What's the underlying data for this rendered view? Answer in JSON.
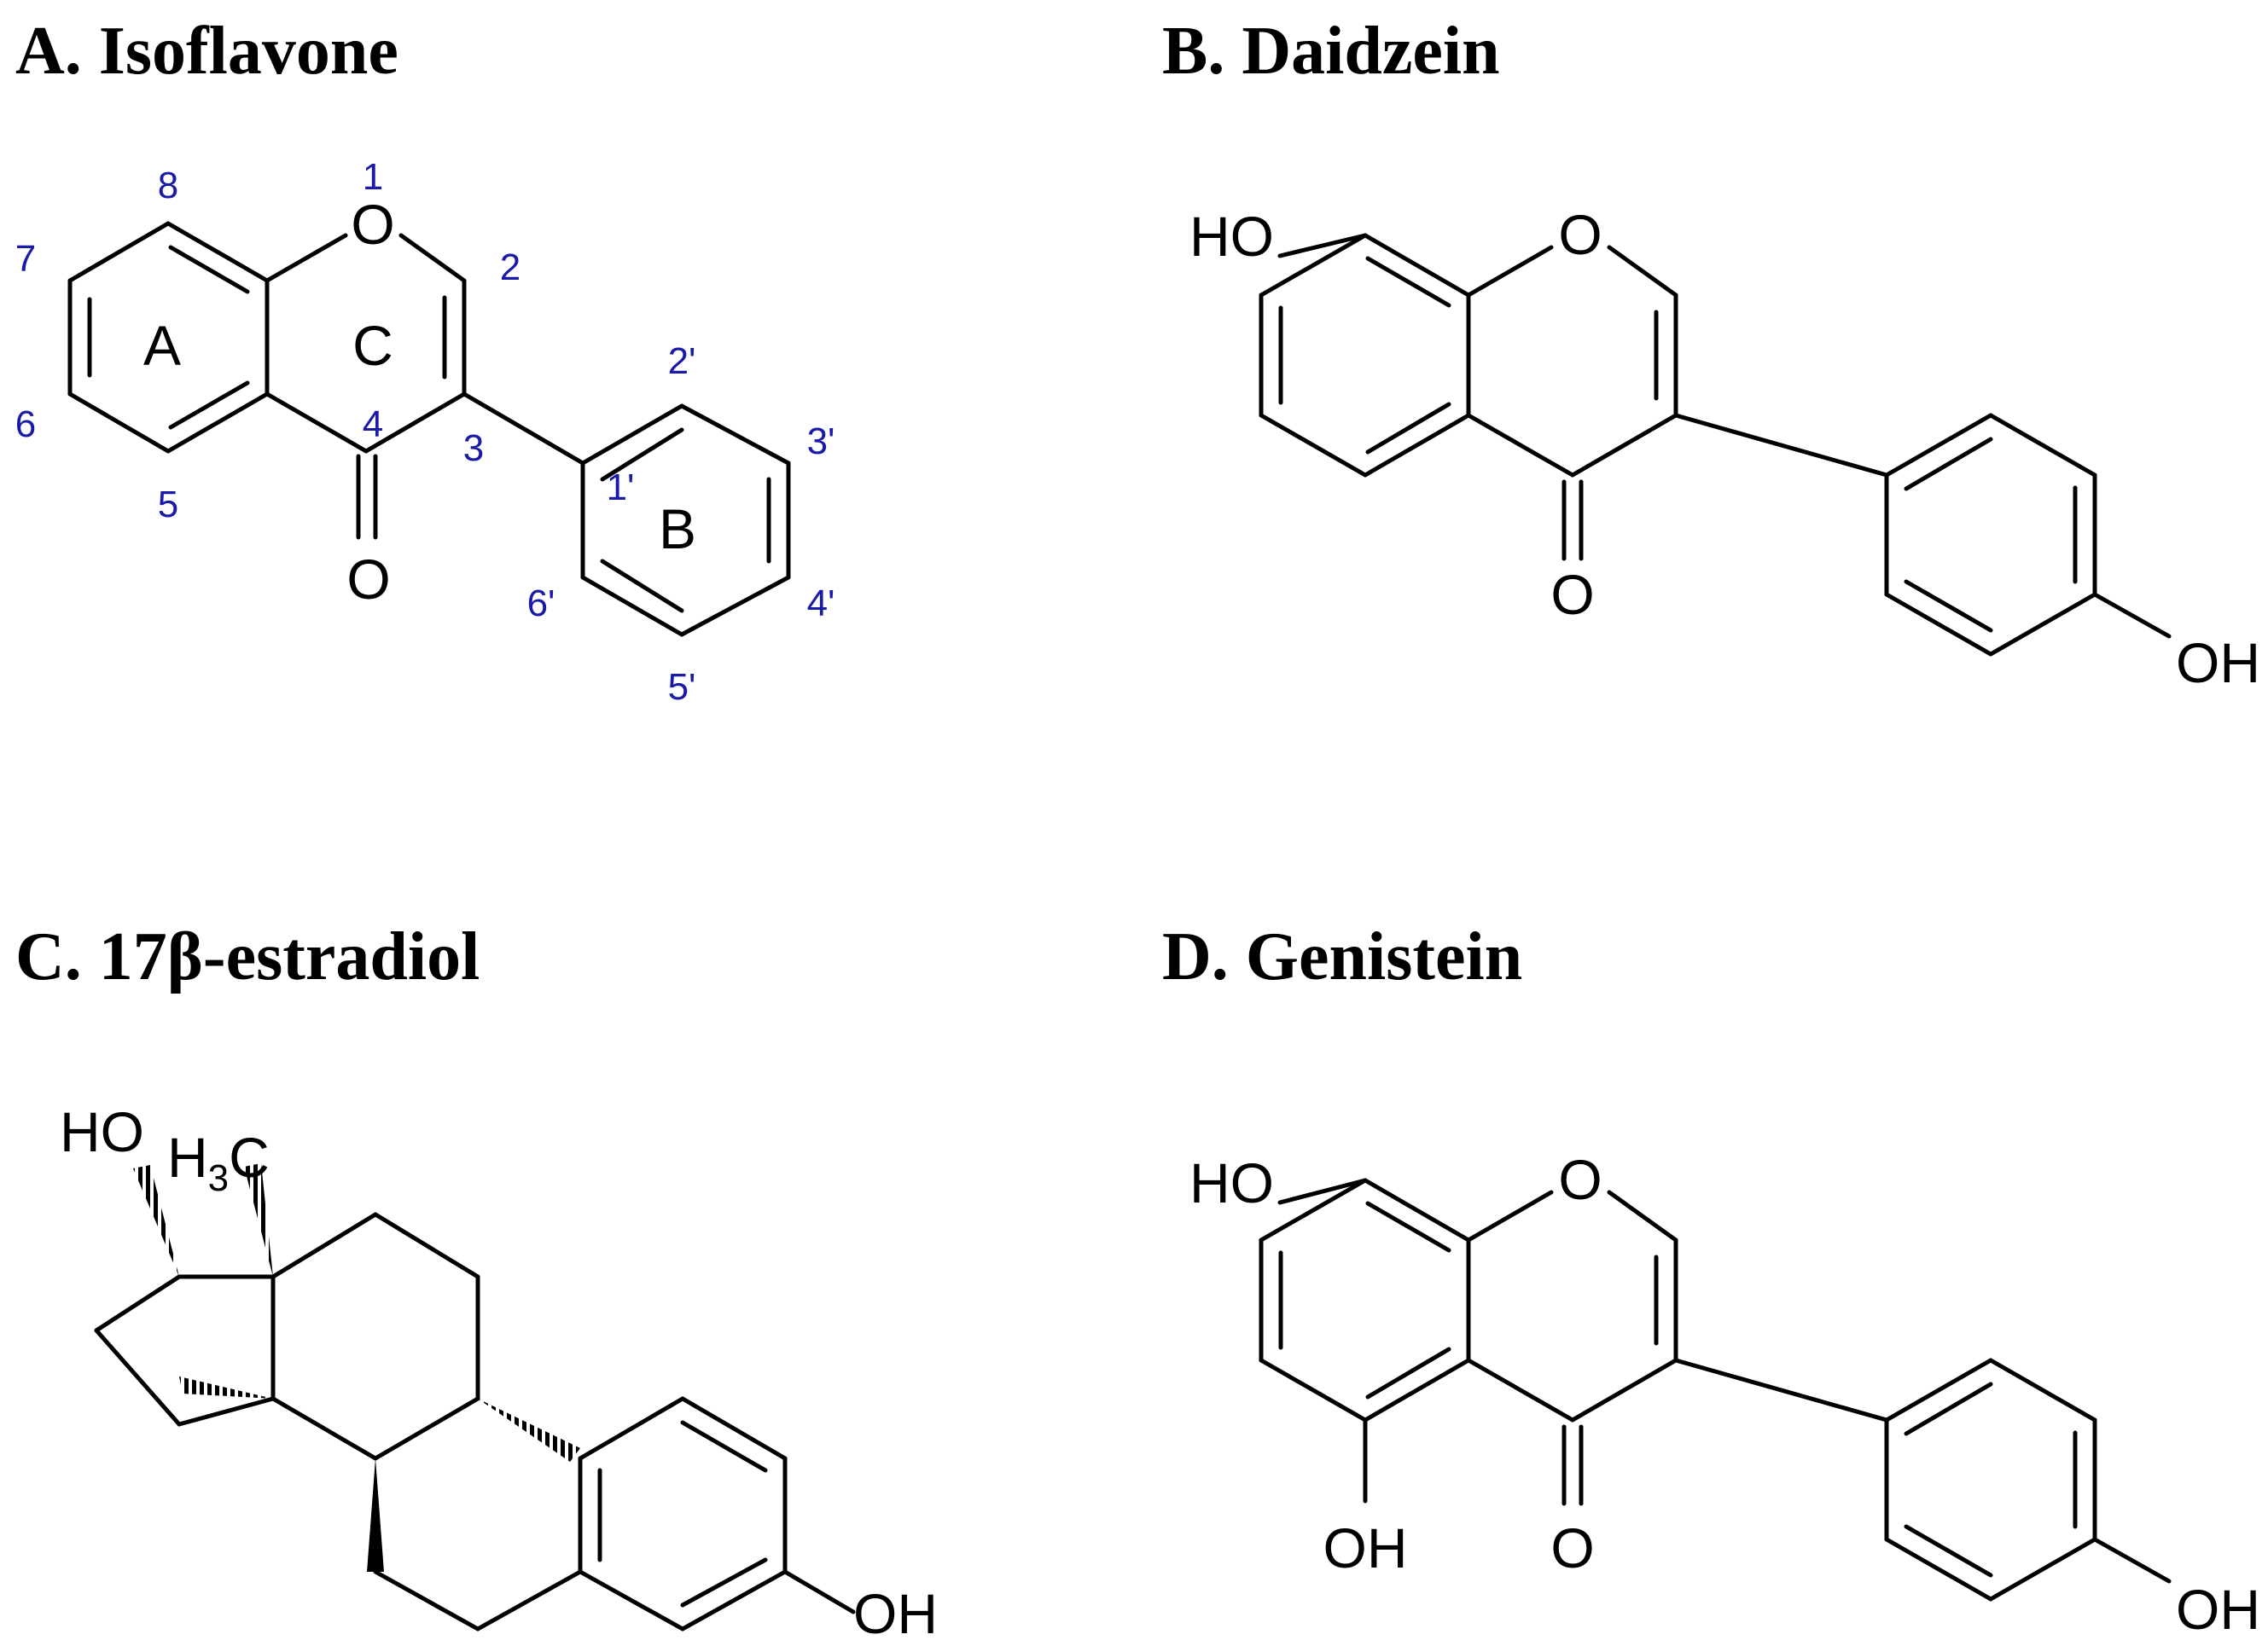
{
  "panels": {
    "A": {
      "title": "A. Isoflavone",
      "atoms": {
        "O1": "O",
        "O4": "O"
      },
      "ring_labels": {
        "A": "A",
        "B": "B",
        "C": "C"
      },
      "position_numbers": {
        "n1": "1",
        "n2": "2",
        "n3": "3",
        "n4": "4",
        "n5": "5",
        "n6": "6",
        "n7": "7",
        "n8": "8",
        "n1p": "1'",
        "n2p": "2'",
        "n3p": "3'",
        "n4p": "4'",
        "n5p": "5'",
        "n6p": "6'"
      }
    },
    "B": {
      "title": "B. Daidzein",
      "atoms": {
        "HO7": "HO",
        "O1": "O",
        "O4": "O",
        "OH4p": "OH"
      }
    },
    "C": {
      "title": "C. 17β-estradiol",
      "atoms": {
        "HO17": "HO",
        "H3C": "H",
        "H3C_sub": "3",
        "H3C_c": "C",
        "OH3": "OH"
      }
    },
    "D": {
      "title": "D. Genistein",
      "atoms": {
        "HO7": "HO",
        "O1": "O",
        "OH5": "OH",
        "O4": "O",
        "OH4p": "OH"
      }
    }
  },
  "colors": {
    "structure": "#000000",
    "position_numbers": "#1a1aa8"
  }
}
